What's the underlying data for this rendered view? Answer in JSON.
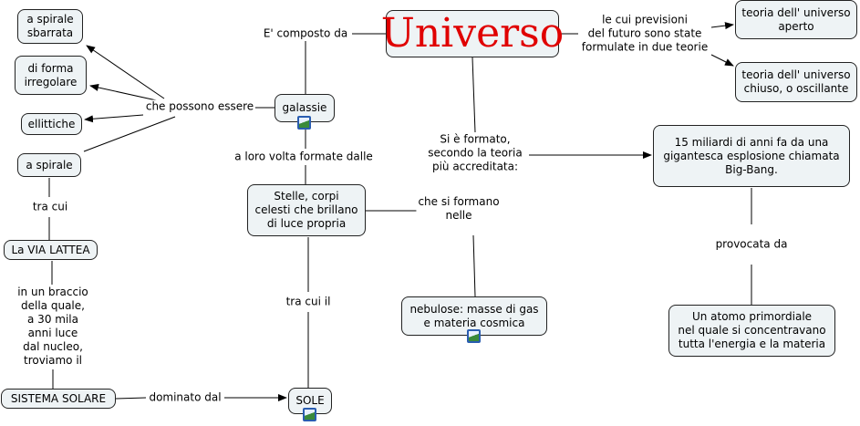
{
  "nodes": {
    "universo": "Universo",
    "spirale_sbarrata": "a spirale\nsbarrata",
    "forma_irregolare": "di forma\nirregolare",
    "ellittiche": "ellittiche",
    "spirale": "a spirale",
    "galassie": "galassie",
    "teoria_aperto": "teoria dell' universo\naperto",
    "teoria_chiuso": "teoria dell' universo\nchiuso, o oscillante",
    "big_bang": "15 miliardi di anni fa da una\ngigantesca esplosione chiamata\nBig-Bang.",
    "stelle": "Stelle, corpi\ncelesti che brillano\ndi luce propria",
    "nebulose": "nebulose: masse di gas\ne materia cosmica",
    "atomo": "Un atomo primordiale\nnel quale si concentravano\ntutta l'energia e la materia",
    "via_lattea": "La VIA LATTEA",
    "sistema_solare": "SISTEMA SOLARE",
    "sole": "SOLE"
  },
  "links": {
    "composto": "E' composto da",
    "possono": "che possono essere",
    "formate": "a loro volta formate dalle",
    "previsioni": "le cui previsioni\ndel futuro sono state\nformulate in due teorie",
    "formato": "Si è formato,\nsecondo la teoria\npiù accreditata:",
    "formano": "che si formano\nnelle",
    "provocata": "provocata da",
    "tra_cui": "tra cui",
    "braccio": "in un braccio\ndella quale,\na 30 mila\nanni luce\ndal nucleo,\ntroviamo il",
    "tra_cui_il": "tra cui il",
    "dominato": "dominato dal"
  }
}
